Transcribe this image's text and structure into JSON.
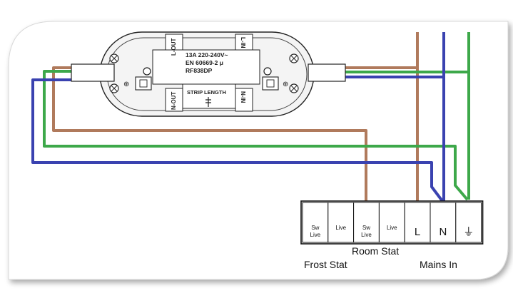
{
  "colors": {
    "brown": "#b07a5c",
    "blue": "#3a42b0",
    "green": "#3da84a",
    "outline": "#222222",
    "housing": "#f4f4f4",
    "frame_shadow": "#d2d2d2"
  },
  "module": {
    "rating_line1": "13A  220-240V~",
    "rating_line2": "EN  60669-2  μ",
    "rating_line3": "RF838DP",
    "strip_length": "STRIP LENGTH",
    "l_out": "L-OUT",
    "l_in": "L-IN",
    "n_out": "N-OUT",
    "n_in": "N-IN",
    "earth_left": "⊕",
    "earth_right": "⊕"
  },
  "terminals": [
    {
      "id": "sw-live-1",
      "label": "Sw\nLive"
    },
    {
      "id": "live-1",
      "label": "Live"
    },
    {
      "id": "sw-live-2",
      "label": "Sw\nLive"
    },
    {
      "id": "live-2",
      "label": "Live"
    },
    {
      "id": "L",
      "label": "L"
    },
    {
      "id": "N",
      "label": "N"
    },
    {
      "id": "E",
      "label": "⏚"
    }
  ],
  "labels": {
    "room_stat": "Room Stat",
    "frost_stat": "Frost Stat",
    "mains_in": "Mains In"
  }
}
